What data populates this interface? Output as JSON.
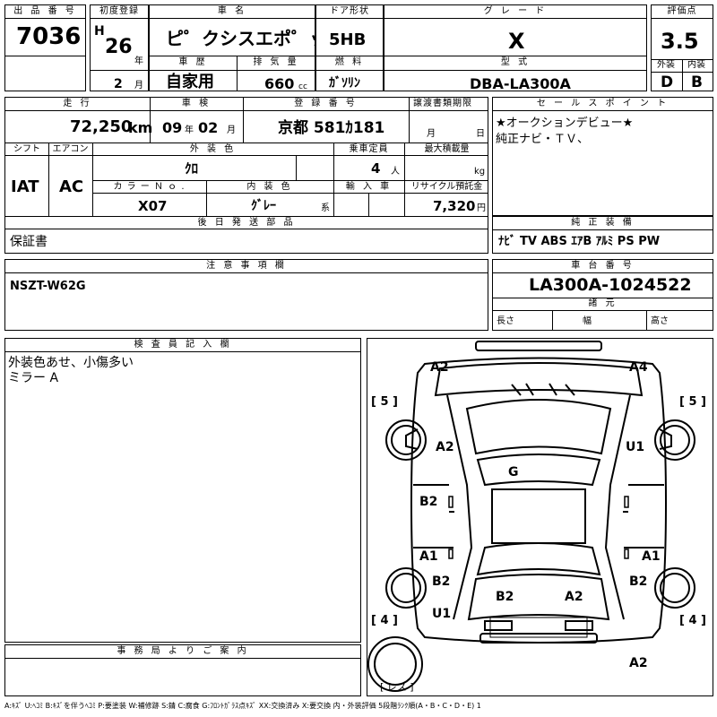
{
  "header": {
    "lot_no_label": "出 品 番 号",
    "lot_no": "7036",
    "first_reg_label": "初度登録",
    "era": "H",
    "year": "26",
    "year_unit": "年",
    "month": "2",
    "month_unit": "月",
    "car_name_label": "車 名",
    "car_name": "ピ゜クシスエポ゜ック",
    "history_label": "車 歴",
    "history": "自家用",
    "displacement_label": "排 気 量",
    "displacement": "660",
    "displacement_unit": "cc",
    "door_label": "ドア形状",
    "door": "5HB",
    "fuel_label": "燃 料",
    "fuel": "ｶﾞｿﾘﾝ",
    "grade_label": "グ レ ー ド",
    "grade": "X",
    "model_label": "型 式",
    "model": "DBA-LA300A",
    "score_label": "評価点",
    "score": "3.5",
    "ext_label": "外装",
    "int_label": "内装",
    "ext_score": "D",
    "int_score": "B"
  },
  "row2": {
    "mileage_label": "走 行",
    "mileage": "72,250",
    "mileage_unit": "km",
    "inspection_label": "車 検",
    "insp_year": "09",
    "insp_year_unit": "年",
    "insp_month": "02",
    "insp_month_unit": "月",
    "plate_label": "登 録 番 号",
    "plate": "京都 581ｶ181",
    "transfer_label": "譲渡書類期限",
    "transfer_month_unit": "月",
    "transfer_day_unit": "日",
    "sales_label": "セ ー ル ス ポ イ ン ト",
    "sales_line1": "★オークションデビュー★",
    "sales_line2": "純正ナビ・ＴＶ、"
  },
  "row3": {
    "shift_label": "シフト",
    "shift": "IAT",
    "ac_label": "エアコン",
    "ac": "AC",
    "color_label": "外 装 色",
    "color": "ｸﾛ",
    "capacity_label": "乗車定員",
    "capacity": "4",
    "capacity_unit": "人",
    "load_label": "最大積載量",
    "load_unit": "kg",
    "color_no_label": "カ ラ ー Ｎ ｏ .",
    "color_no": "X07",
    "interior_label": "内 装 色",
    "interior": "ｸﾞﾚｰ",
    "interior_unit": "系",
    "import_label": "輸 入 車",
    "recycle_label": "リサイクル預託金",
    "recycle": "7,320",
    "recycle_unit": "円"
  },
  "parts": {
    "label": "後 日 発 送 部 品",
    "value": "保証書"
  },
  "equipment": {
    "label": "純 正 装 備",
    "items": "ﾅﾋﾞ TV ABS ｴｱB ｱﾙﾐ PS PW"
  },
  "caution": {
    "label": "注 意 事 項 欄",
    "value": "NSZT-W62G"
  },
  "chassis": {
    "label": "車 台 番 号",
    "value": "LA300A-1024522",
    "spec_label": "諸 元",
    "length_label": "長さ",
    "width_label": "幅",
    "height_label": "高さ"
  },
  "inspector": {
    "label": "検 査 員 記 入 欄",
    "line1": "外装色あせ、小傷多い",
    "line2": "ミラー A"
  },
  "office": {
    "label": "事 務 局 よ り ご 案 内"
  },
  "diagram": {
    "a2_fl": "A2",
    "a4_fr": "A4",
    "tire_fl": "[ 5 ]",
    "tire_fr": "[ 5 ]",
    "a2_left_front": "A2",
    "u1_right_front": "U1",
    "g_roof": "G",
    "b2_left": "B2",
    "a1_left": "A1",
    "a1_right": "A1",
    "b2_left_rear": "B2",
    "b2_right_rear": "B2",
    "b2_rear_center": "B2",
    "a2_rear_center": "A2",
    "u1_left_rear": "U1",
    "tire_rl": "[ 4 ]",
    "tire_rr": "[ 4 ]",
    "a2_bottom": "A2",
    "spare": "[ レス ]"
  },
  "legend": "A:ｷｽﾞ U:ﾍｺﾐ B:ｷｽﾞを伴うﾍｺﾐ P:要塗装 W:補修跡 S:錆 C:腐食 G:ﾌﾛﾝﾄｶﾞﾗｽ点ｷｽﾞ XX:交換済み X:要交換 内・外装評価 5段階ﾗﾝｸ順(A・B・C・D・E) 1"
}
